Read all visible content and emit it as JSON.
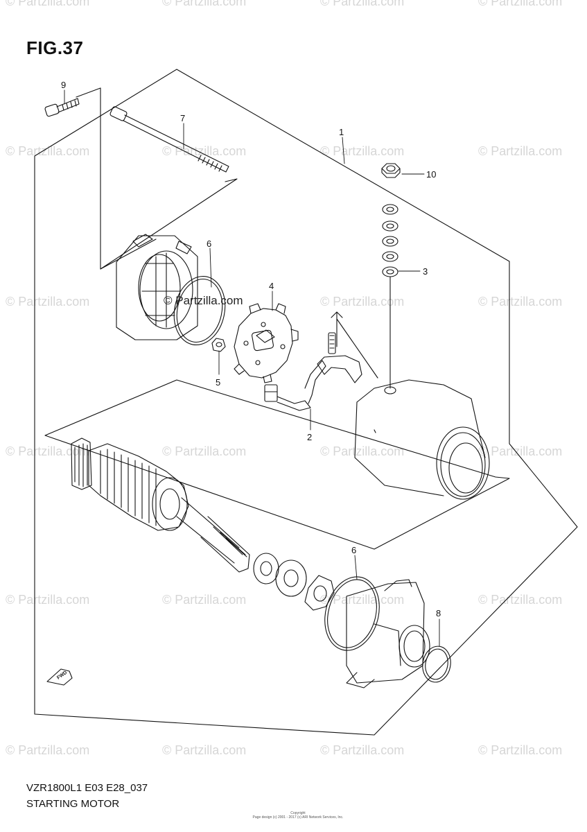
{
  "figure": {
    "title": "FIG.37",
    "model_code": "VZR1800L1 E03 E28_037",
    "name": "STARTING MOTOR"
  },
  "watermark": {
    "text": "© Partzilla.com",
    "center_text": "© Partzilla.com"
  },
  "copyright": {
    "line1": "Copyright",
    "line2": "Page design (c) 2001 - 2017 (c) ARI Network Services, Inc."
  },
  "callouts": [
    "9",
    "7",
    "1",
    "10",
    "6",
    "3",
    "4",
    "5",
    "2",
    "6",
    "8"
  ],
  "fwd_label": "FWD",
  "colors": {
    "line": "#111111",
    "watermark": "#d6d6d6"
  }
}
